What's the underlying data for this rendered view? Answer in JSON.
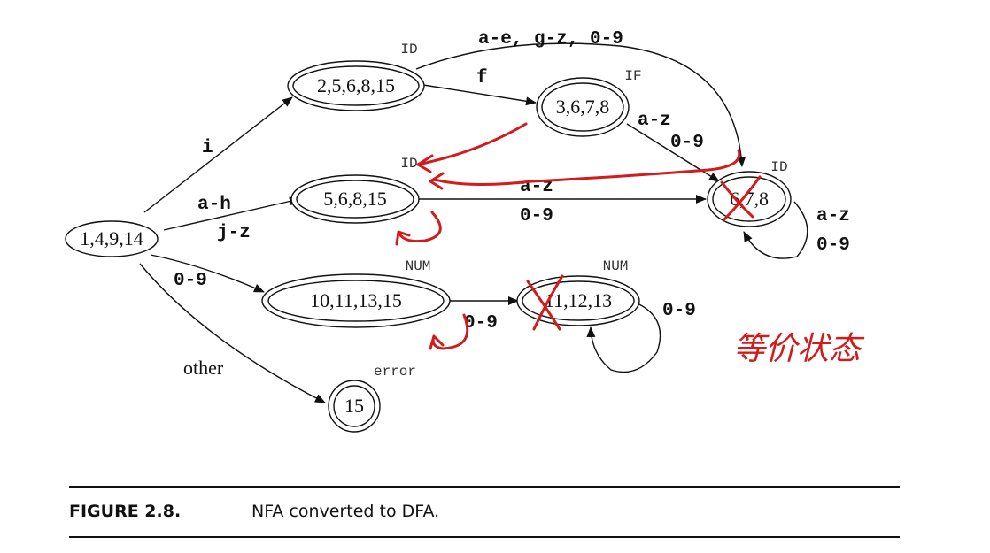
{
  "states": {
    "start": "1,4,9,14",
    "id_a": "2,5,6,8,15",
    "if_state": "3,6,7,8",
    "id_b": "5,6,8,15",
    "id_c": "6,7,8",
    "num_a": "10,11,13,15",
    "num_b": "11,12,13",
    "error_state": "15"
  },
  "state_kinds": {
    "id_a": "ID",
    "if_state": "IF",
    "id_b": "ID",
    "id_c": "ID",
    "num_a": "NUM",
    "num_b": "NUM",
    "error_state": "error"
  },
  "edge_labels": {
    "i": "i",
    "a_h": "a-h",
    "j_z": "j-z",
    "zero_nine_start": "0-9",
    "other": "other",
    "f": "f",
    "top_range": "a-e, g-z, 0-9",
    "if_az": "a-z",
    "if_09": "0-9",
    "mid_az": "a-z",
    "mid_09": "0-9",
    "loop_az": "a-z",
    "loop_09": "0-9",
    "num_09": "0-9",
    "numloop_09": "0-9"
  },
  "annotation": {
    "handwritten_note": "等价状态",
    "ink_color": "#d41a1a"
  },
  "caption": {
    "figure_number": "FIGURE 2.8.",
    "text": "NFA converted to DFA."
  }
}
